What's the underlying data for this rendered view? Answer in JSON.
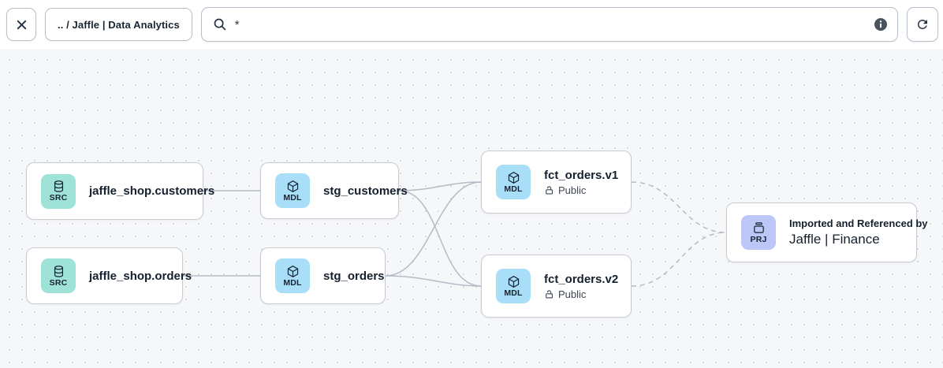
{
  "toolbar": {
    "close_icon": "close-icon",
    "breadcrumb_label": ".. / Jaffle | Data Analytics",
    "search": {
      "value": "*",
      "icon": "search-icon",
      "info_icon": "info-icon"
    },
    "refresh_icon": "refresh-icon"
  },
  "graph": {
    "nodes": [
      {
        "id": "src_customers",
        "badge": "SRC",
        "icon": "database-icon",
        "title": "jaffle_shop.customers"
      },
      {
        "id": "src_orders",
        "badge": "SRC",
        "icon": "database-icon",
        "title": "jaffle_shop.orders"
      },
      {
        "id": "stg_customers",
        "badge": "MDL",
        "icon": "cube-icon",
        "title": "stg_customers"
      },
      {
        "id": "stg_orders",
        "badge": "MDL",
        "icon": "cube-icon",
        "title": "stg_orders"
      },
      {
        "id": "fct_orders_v1",
        "badge": "MDL",
        "icon": "cube-icon",
        "title": "fct_orders.v1",
        "access": "Public"
      },
      {
        "id": "fct_orders_v2",
        "badge": "MDL",
        "icon": "cube-icon",
        "title": "fct_orders.v2",
        "access": "Public"
      },
      {
        "id": "prj_finance",
        "badge": "PRJ",
        "icon": "project-icon",
        "eyebrow": "Imported and Referenced by",
        "title": "Jaffle | Finance"
      }
    ],
    "edges": [
      {
        "from": "jaffle_shop.customers",
        "to": "stg_customers",
        "style": "solid"
      },
      {
        "from": "jaffle_shop.orders",
        "to": "stg_orders",
        "style": "solid"
      },
      {
        "from": "stg_customers",
        "to": "fct_orders.v1",
        "style": "solid"
      },
      {
        "from": "stg_customers",
        "to": "fct_orders.v2",
        "style": "solid"
      },
      {
        "from": "stg_orders",
        "to": "fct_orders.v1",
        "style": "solid"
      },
      {
        "from": "stg_orders",
        "to": "fct_orders.v2",
        "style": "solid"
      },
      {
        "from": "fct_orders.v1",
        "to": "Jaffle | Finance",
        "style": "dashed"
      },
      {
        "from": "fct_orders.v2",
        "to": "Jaffle | Finance",
        "style": "dashed"
      }
    ]
  },
  "colors": {
    "src_badge": "#9fe3d8",
    "mdl_badge": "#a9def8",
    "prj_badge": "#bdc7f7",
    "node_border": "#c6cbd4",
    "edge": "#b5bbc5",
    "canvas_bg": "#f6f7f9",
    "dot": "#d7dae0",
    "text_dark": "#15202e",
    "info_circle": "#49525f"
  }
}
